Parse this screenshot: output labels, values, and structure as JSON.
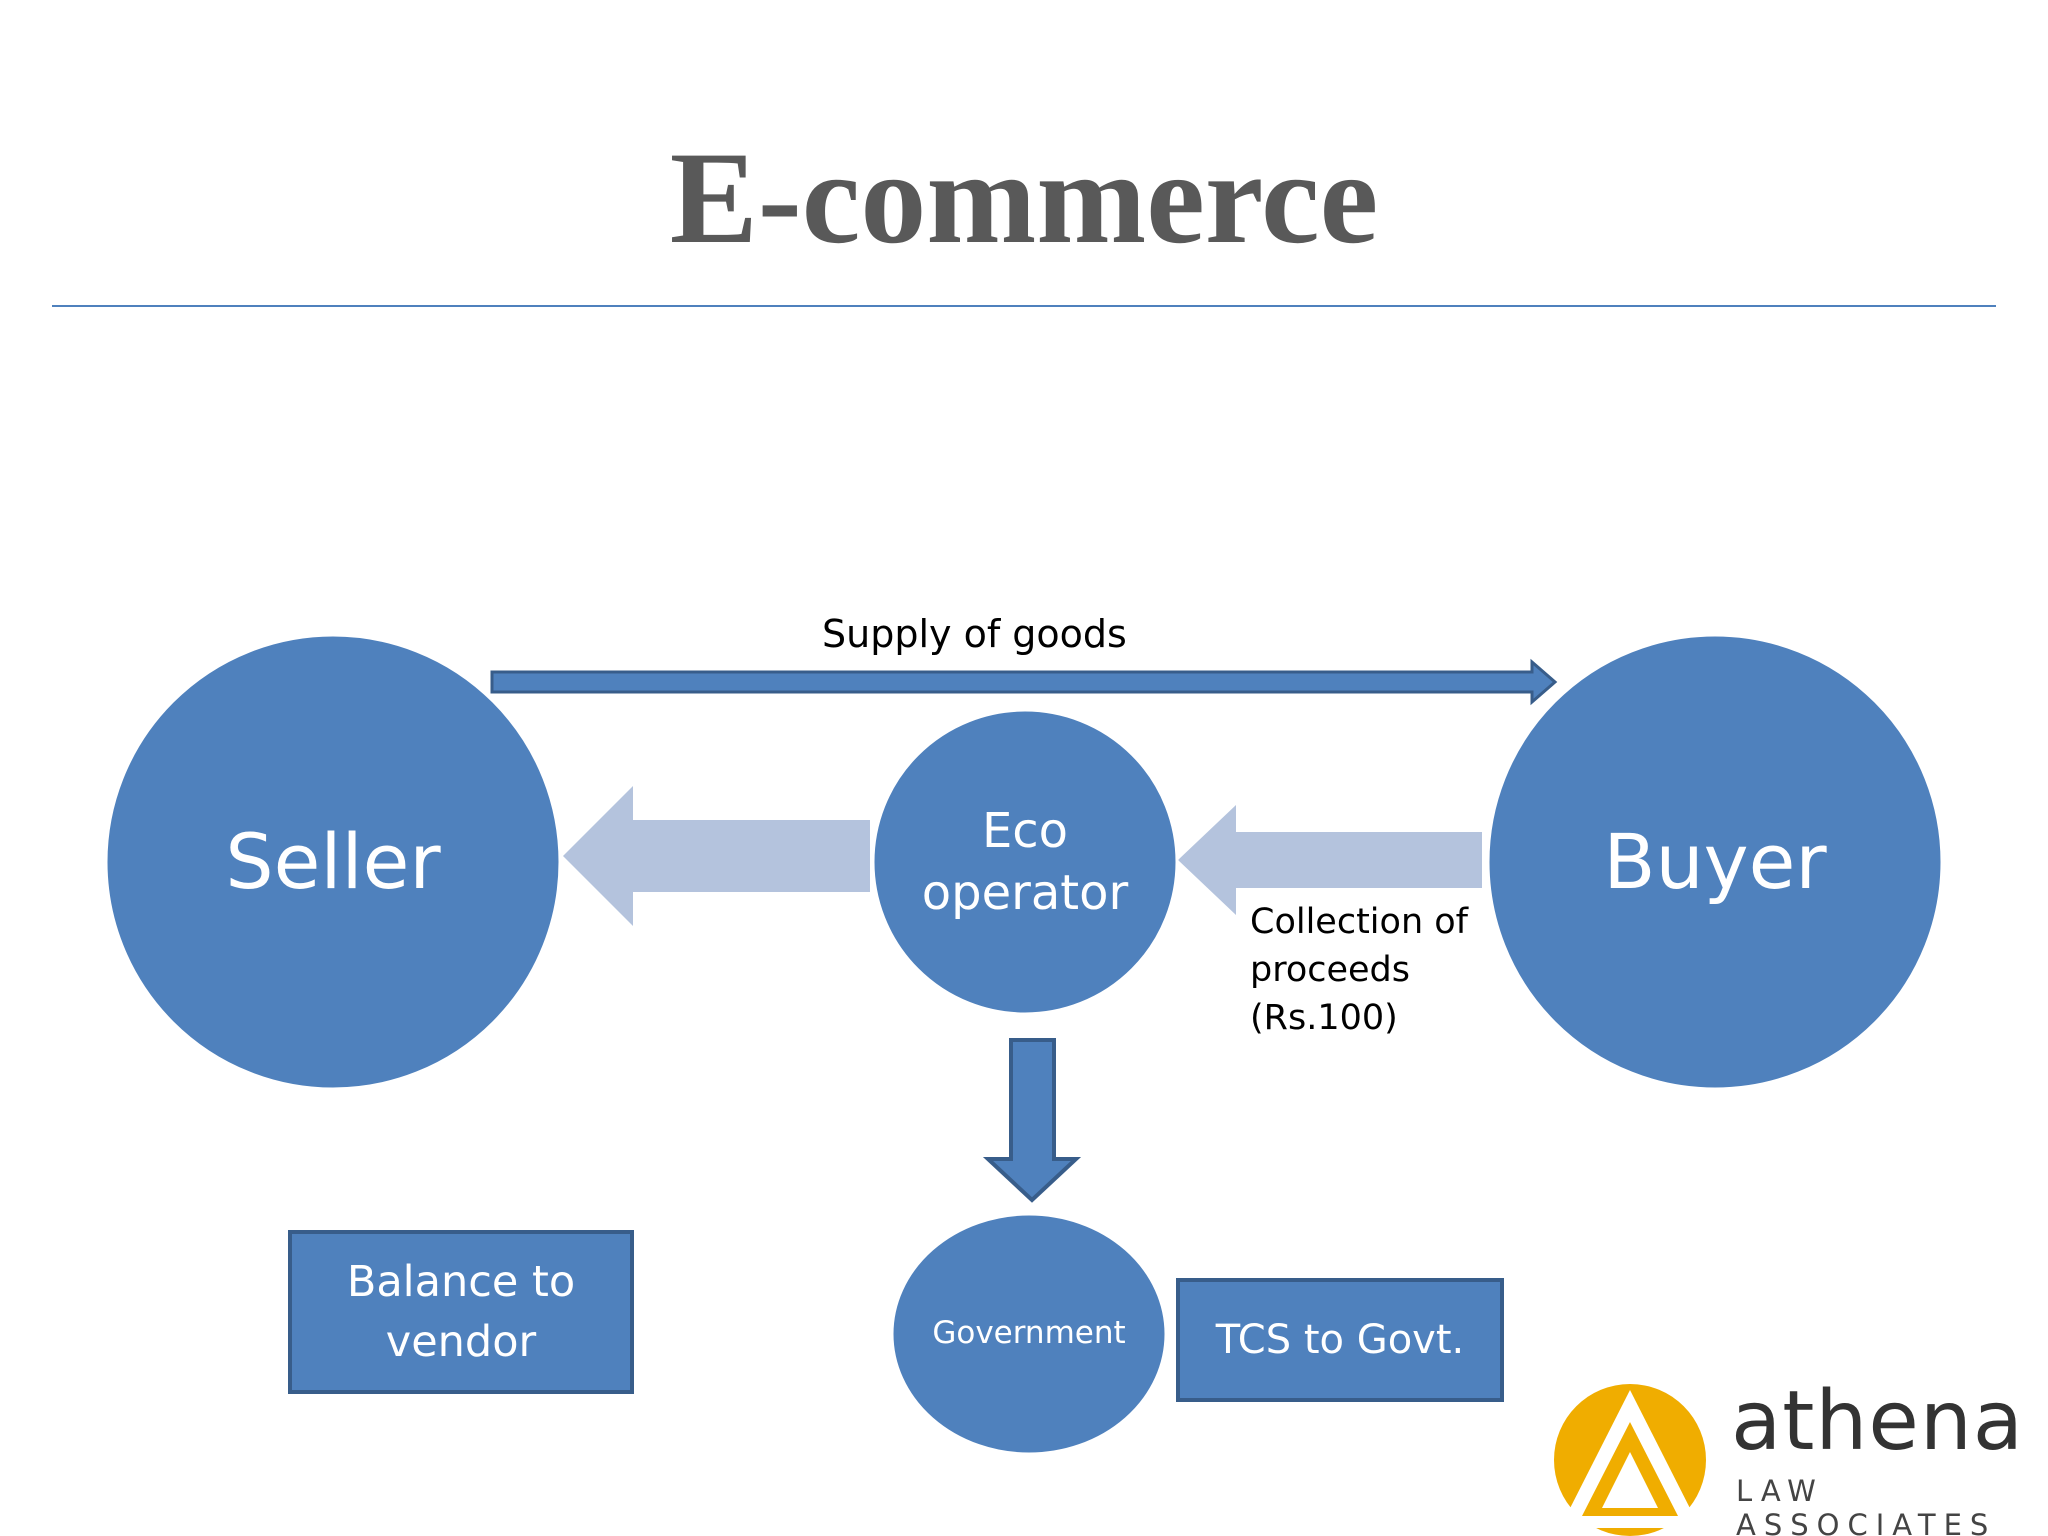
{
  "slide": {
    "title": "E-commerce"
  },
  "diagram": {
    "nodes": {
      "seller": "Seller",
      "eco_operator": "Eco\noperator",
      "buyer": "Buyer",
      "government": "Government"
    },
    "boxes": {
      "balance_to_vendor": "Balance to\nvendor",
      "tcs_to_govt": "TCS to Govt."
    },
    "labels": {
      "supply_of_goods": "Supply of goods",
      "collection_of_proceeds": "Collection of\nproceeds\n(Rs.100)"
    },
    "colors": {
      "node_fill": "#4f81bd",
      "node_border": "#385d8a",
      "light_arrow": "#b4c3dd",
      "rule": "#4f81bd"
    }
  },
  "logo": {
    "word": "athena",
    "subtitle": "LAW ASSOCIATES",
    "colors": {
      "ring": "#f0ad00",
      "word": "#333333"
    }
  }
}
